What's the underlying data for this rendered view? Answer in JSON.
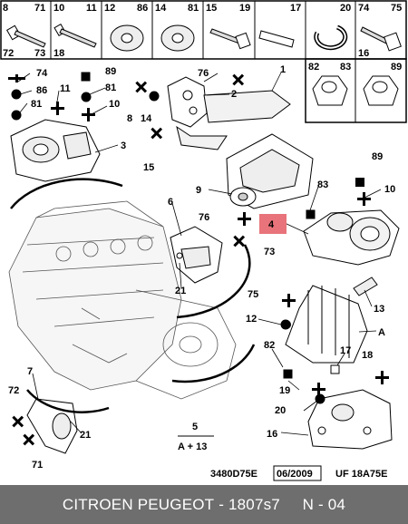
{
  "parts_grid": {
    "top_row": [
      {
        "left": "8",
        "right": "71"
      },
      {
        "left": "10",
        "right": "11"
      },
      {
        "left": "12",
        "right": "86"
      },
      {
        "left": "14",
        "right": "81"
      },
      {
        "left": "15",
        "right": "19"
      },
      {
        "left": "",
        "right": "17"
      },
      {
        "left": "",
        "right": "20"
      },
      {
        "left": "74",
        "right": "75"
      }
    ],
    "bottom_labels": {
      "c1_left": "72",
      "c1_right": "73",
      "c1_mid": "18",
      "c8_left": "16"
    },
    "second_row": [
      {
        "left": "82",
        "right": "83"
      },
      {
        "left": "",
        "right": "89"
      }
    ]
  },
  "callouts": {
    "n74": "74",
    "n89a": "89",
    "n86": "86",
    "n11": "11",
    "n81a": "81",
    "n81b": "81",
    "n10a": "10",
    "n8": "8",
    "n14": "14",
    "n3": "3",
    "n15": "15",
    "n76a": "76",
    "n2": "2",
    "n1": "1",
    "n89b": "89",
    "n83": "83",
    "n10b": "10",
    "n9": "9",
    "n6": "6",
    "n76b": "76",
    "n4": "4",
    "n73a": "73",
    "n21a": "21",
    "n75": "75",
    "n13": "13",
    "n12": "12",
    "nA": "A",
    "n82": "82",
    "n17": "17",
    "n18": "18",
    "n19": "19",
    "n20": "20",
    "n7": "7",
    "n72": "72",
    "n21b": "21",
    "n16": "16",
    "n71": "71"
  },
  "formula": {
    "top": "5",
    "bottom": "A + 13"
  },
  "codes": {
    "drawing_ref": "3480D75E",
    "date": "06/2009",
    "uf_ref": "UF 18A75E"
  },
  "footer": {
    "brand": "CITROEN PEUGEOT",
    "sep": " - ",
    "part_number": "1807s7",
    "position": "N - 04"
  },
  "colors": {
    "highlight": "#e8737a",
    "footer_bg": "#6e6e6e"
  }
}
